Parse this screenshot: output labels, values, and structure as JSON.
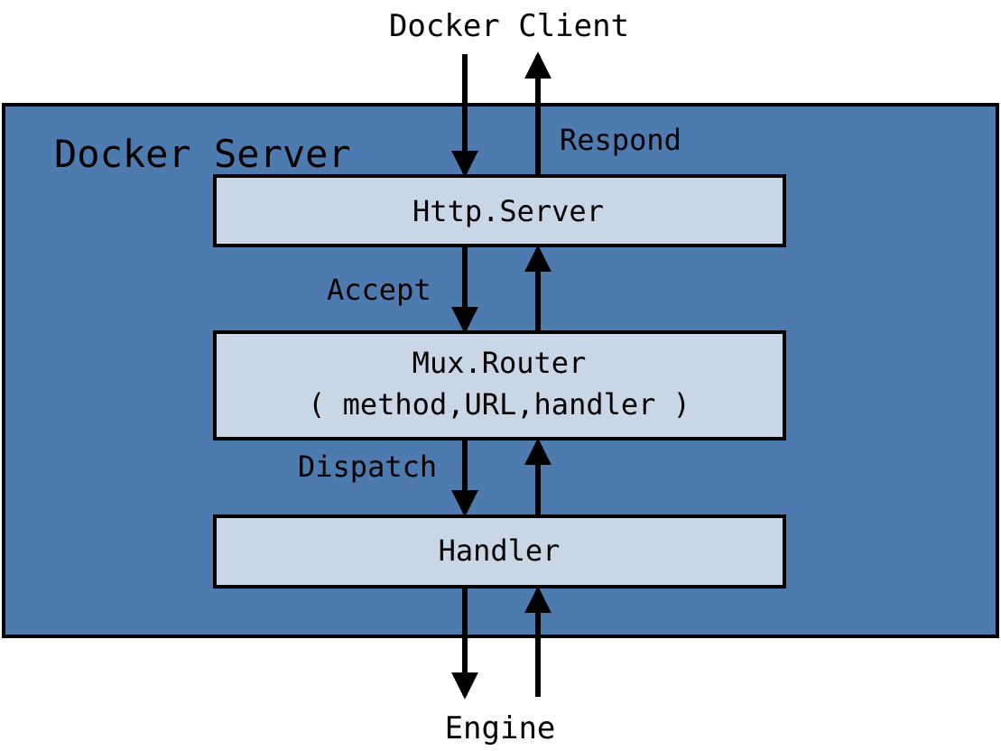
{
  "client_label": "Docker Client",
  "server_title": "Docker Server",
  "engine_label": "Engine",
  "boxes": {
    "http_server": "Http.Server",
    "router_line1": "Mux.Router",
    "router_line2": "( method,URL,handler )",
    "handler": "Handler"
  },
  "edge_labels": {
    "respond": "Respond",
    "accept": "Accept",
    "dispatch": "Dispatch"
  },
  "colors": {
    "server_fill": "#4d7aaf",
    "box_fill": "#c9d6e6",
    "stroke": "#000000"
  }
}
